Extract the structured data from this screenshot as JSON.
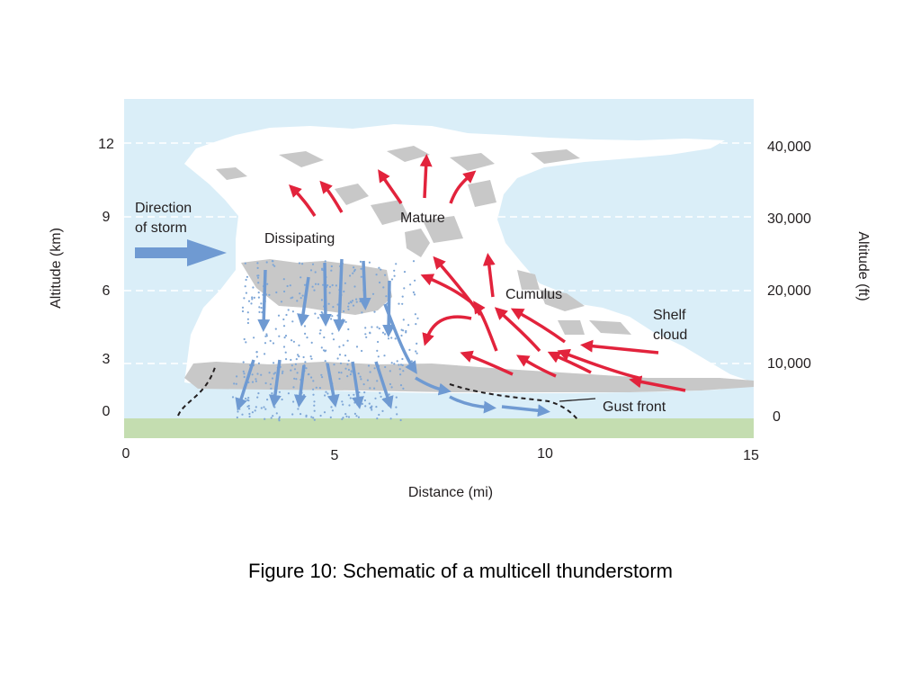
{
  "colors": {
    "sky": "#daeef8",
    "ground": "#c4ddb0",
    "cloud": "#ffffff",
    "cloud_shade": "#c8c8c8",
    "updraft": "#e2233c",
    "downdraft": "#6f9ad2",
    "precip": "#7ea6d6",
    "gridline": "#ffffff"
  },
  "axes": {
    "left_title": "Altitude (km)",
    "right_title": "Altitude (ft)",
    "x_title": "Distance (mi)",
    "left_ticks": [
      "0",
      "3",
      "6",
      "9",
      "12"
    ],
    "right_ticks": [
      "0",
      "10,000",
      "20,000",
      "30,000",
      "40,000"
    ],
    "x_ticks": [
      "0",
      "5",
      "10",
      "15"
    ]
  },
  "labels": {
    "direction": [
      "Direction",
      "of storm"
    ],
    "dissipating": "Dissipating",
    "mature": "Mature",
    "cumulus": "Cumulus",
    "shelf_cloud": [
      "Shelf",
      "cloud"
    ],
    "gust_front": "Gust front"
  },
  "caption": "Figure 10: Schematic of a multicell thunderstorm"
}
